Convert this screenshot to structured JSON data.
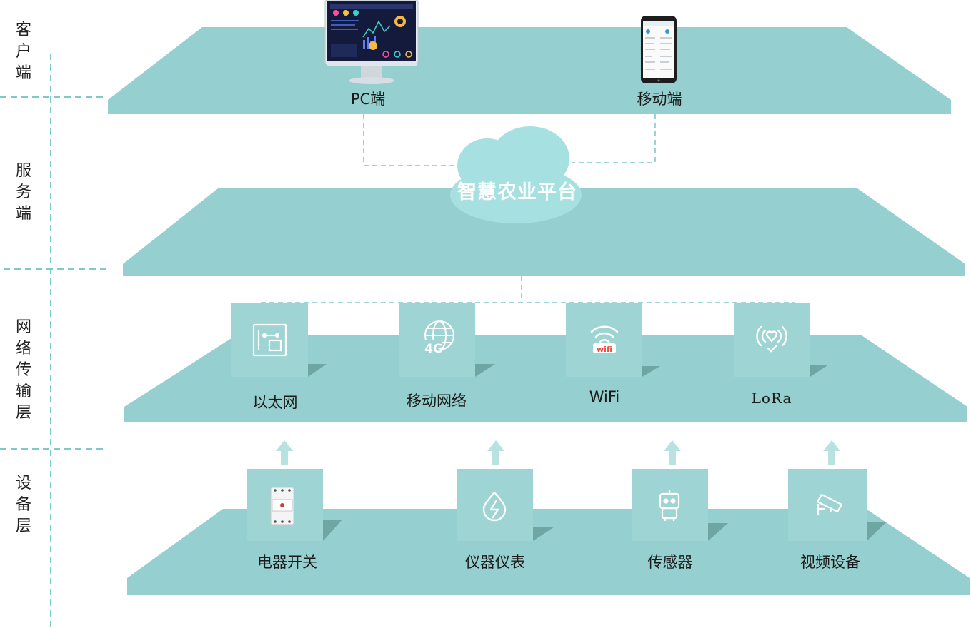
{
  "layers": [
    {
      "id": "client",
      "chars": [
        "客",
        "户",
        "端"
      ]
    },
    {
      "id": "server",
      "chars": [
        "服",
        "务",
        "端"
      ]
    },
    {
      "id": "network",
      "chars": [
        "网",
        "络",
        "传",
        "输",
        "层"
      ]
    },
    {
      "id": "device",
      "chars": [
        "设",
        "备",
        "层"
      ]
    }
  ],
  "client": {
    "pc_label": "PC端",
    "mobile_label": "移动端"
  },
  "server": {
    "platform_label": "智慧农业平台"
  },
  "network": {
    "items": [
      {
        "label": "以太网",
        "icon": "circuit-board-icon"
      },
      {
        "label": "移动网络",
        "icon": "globe-4g-icon",
        "badge": "4G"
      },
      {
        "label": "WiFi",
        "icon": "wifi-icon",
        "badge": "wifi"
      },
      {
        "label": "LoRa",
        "icon": "lora-signal-icon"
      }
    ]
  },
  "device": {
    "items": [
      {
        "label": "电器开关",
        "icon": "breaker-switch-icon"
      },
      {
        "label": "仪器仪表",
        "icon": "water-drop-lightning-icon"
      },
      {
        "label": "传感器",
        "icon": "robot-sensor-icon"
      },
      {
        "label": "视频设备",
        "icon": "security-camera-icon"
      }
    ]
  },
  "colors": {
    "platform": "#96cfcf",
    "tile": "#9fd4d4",
    "fold": "#6fa5a3",
    "dash": "#7fc8cc",
    "arrow": "#b8e2e2",
    "cloud": "#a6e0e0"
  }
}
